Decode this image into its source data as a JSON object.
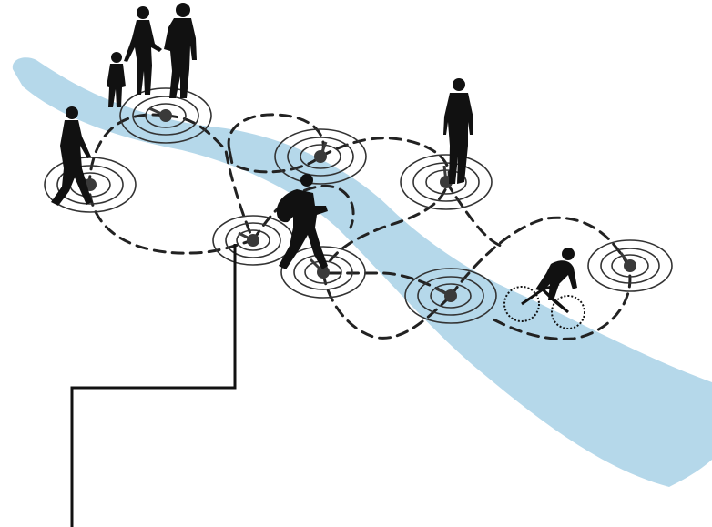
{
  "colors": {
    "background": "#ffffff",
    "river": "#b5d8ea",
    "ink": "#111111",
    "dot": "#3a3a3a",
    "ring": "#333333",
    "dash": "#222222"
  },
  "figures": [
    {
      "name": "family-silhouette",
      "icon": "family-walking-icon"
    },
    {
      "name": "walker-left-silhouette",
      "icon": "pedestrian-icon"
    },
    {
      "name": "standing-person-silhouette",
      "icon": "standing-person-icon"
    },
    {
      "name": "hiker-silhouette",
      "icon": "backpacker-icon"
    },
    {
      "name": "cyclist-silhouette",
      "icon": "cyclist-icon"
    }
  ],
  "nodes": [
    {
      "name": "node-family"
    },
    {
      "name": "node-walker-left"
    },
    {
      "name": "node-center-top"
    },
    {
      "name": "node-standing-person"
    },
    {
      "name": "node-left-low"
    },
    {
      "name": "node-hiker"
    },
    {
      "name": "node-river-crossing"
    },
    {
      "name": "node-right"
    }
  ]
}
